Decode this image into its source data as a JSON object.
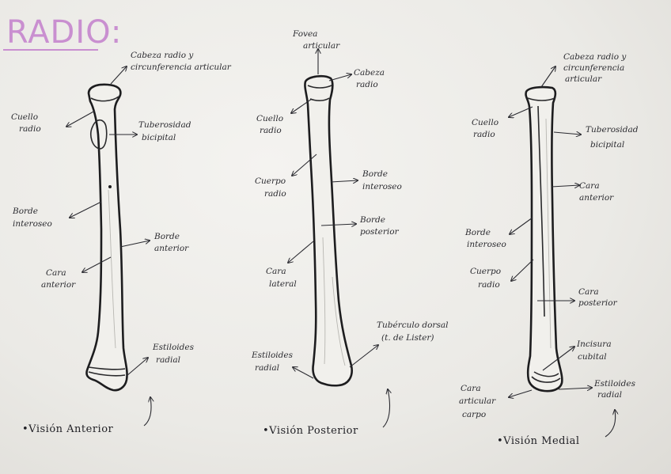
{
  "title": "RADIO:",
  "colors": {
    "title": "#c98fd0",
    "ink": "#2b2b30",
    "paper": "#ecebe7"
  },
  "views": {
    "anterior": {
      "caption": "•Visión Anterior",
      "labels": {
        "cabeza": "Cabeza radio y",
        "cabeza2": "circunferencia articular",
        "cuello": "Cuello",
        "cuello2": "radio",
        "tuberosidad": "Tuberosidad",
        "tuberosidad2": "bicipital",
        "borde_int": "Borde",
        "borde_int2": "interoseo",
        "borde_ant": "Borde",
        "borde_ant2": "anterior",
        "cara": "Cara",
        "cara2": "anterior",
        "estiloides": "Estiloides",
        "estiloides2": "radial"
      }
    },
    "posterior": {
      "caption": "•Visión Posterior",
      "labels": {
        "fovea": "Fovea",
        "fovea2": "articular",
        "cabeza": "Cabeza",
        "cabeza2": "radio",
        "cuello": "Cuello",
        "cuello2": "radio",
        "cuerpo": "Cuerpo",
        "cuerpo2": "radio",
        "borde_int": "Borde",
        "borde_int2": "interoseo",
        "borde_post": "Borde",
        "borde_post2": "posterior",
        "cara": "Cara",
        "cara2": "lateral",
        "tuberculo": "Tubérculo dorsal",
        "tuberculo2": "(t. de Lister)",
        "estiloides": "Estiloides",
        "estiloides2": "radial"
      }
    },
    "medial": {
      "caption": "•Visión Medial",
      "labels": {
        "cabeza": "Cabeza radio y",
        "cabeza2": "circunferencia",
        "cabeza3": "articular",
        "cuello": "Cuello",
        "cuello2": "radio",
        "tuberosidad": "Tuberosidad",
        "tuberosidad2": "bicipital",
        "cara_ant": "Cara",
        "cara_ant2": "anterior",
        "borde_int": "Borde",
        "borde_int2": "interoseo",
        "cuerpo": "Cuerpo",
        "cuerpo2": "radio",
        "cara_post": "Cara",
        "cara_post2": "posterior",
        "incisura": "Incisura",
        "incisura2": "cubital",
        "estiloides": "Estiloides",
        "estiloides2": "radial",
        "carpo": "Cara",
        "carpo2": "articular",
        "carpo3": "carpo"
      }
    }
  }
}
